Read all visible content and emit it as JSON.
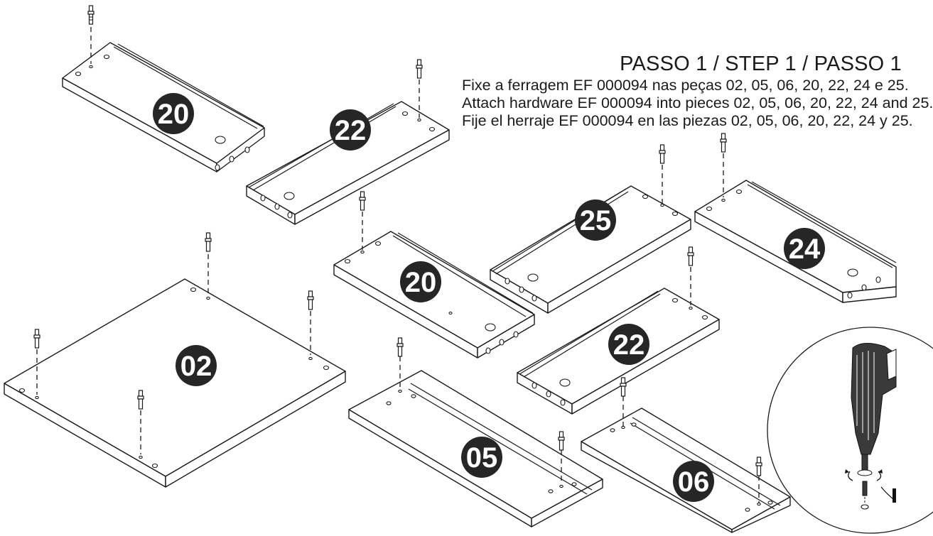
{
  "header": {
    "title": "PASSO 1 / STEP 1 / PASSO 1",
    "lines": [
      "Fixe a ferragem EF 000094 nas peças 02, 05, 06, 20, 22, 24 e 25.",
      "Attach hardware EF 000094 into pieces 02, 05, 06, 20, 22, 24 and 25.",
      "Fije el herraje EF 000094 en las piezas 02, 05, 06, 20, 22, 24 y 25."
    ]
  },
  "parts": [
    {
      "id": "part-20-top",
      "label": "20"
    },
    {
      "id": "part-22-top",
      "label": "22"
    },
    {
      "id": "part-20-middle",
      "label": "20"
    },
    {
      "id": "part-25",
      "label": "25"
    },
    {
      "id": "part-24",
      "label": "24"
    },
    {
      "id": "part-02",
      "label": "02"
    },
    {
      "id": "part-22-lower",
      "label": "22"
    },
    {
      "id": "part-05",
      "label": "05"
    },
    {
      "id": "part-06",
      "label": "06"
    }
  ],
  "hardware": {
    "code": "EF 000094",
    "icon": "dowel-pin-icon"
  },
  "detail": {
    "icon": "power-drill-icon"
  },
  "colors": {
    "badge": "#262626",
    "line": "#1a1a1a",
    "background": "#ffffff"
  }
}
